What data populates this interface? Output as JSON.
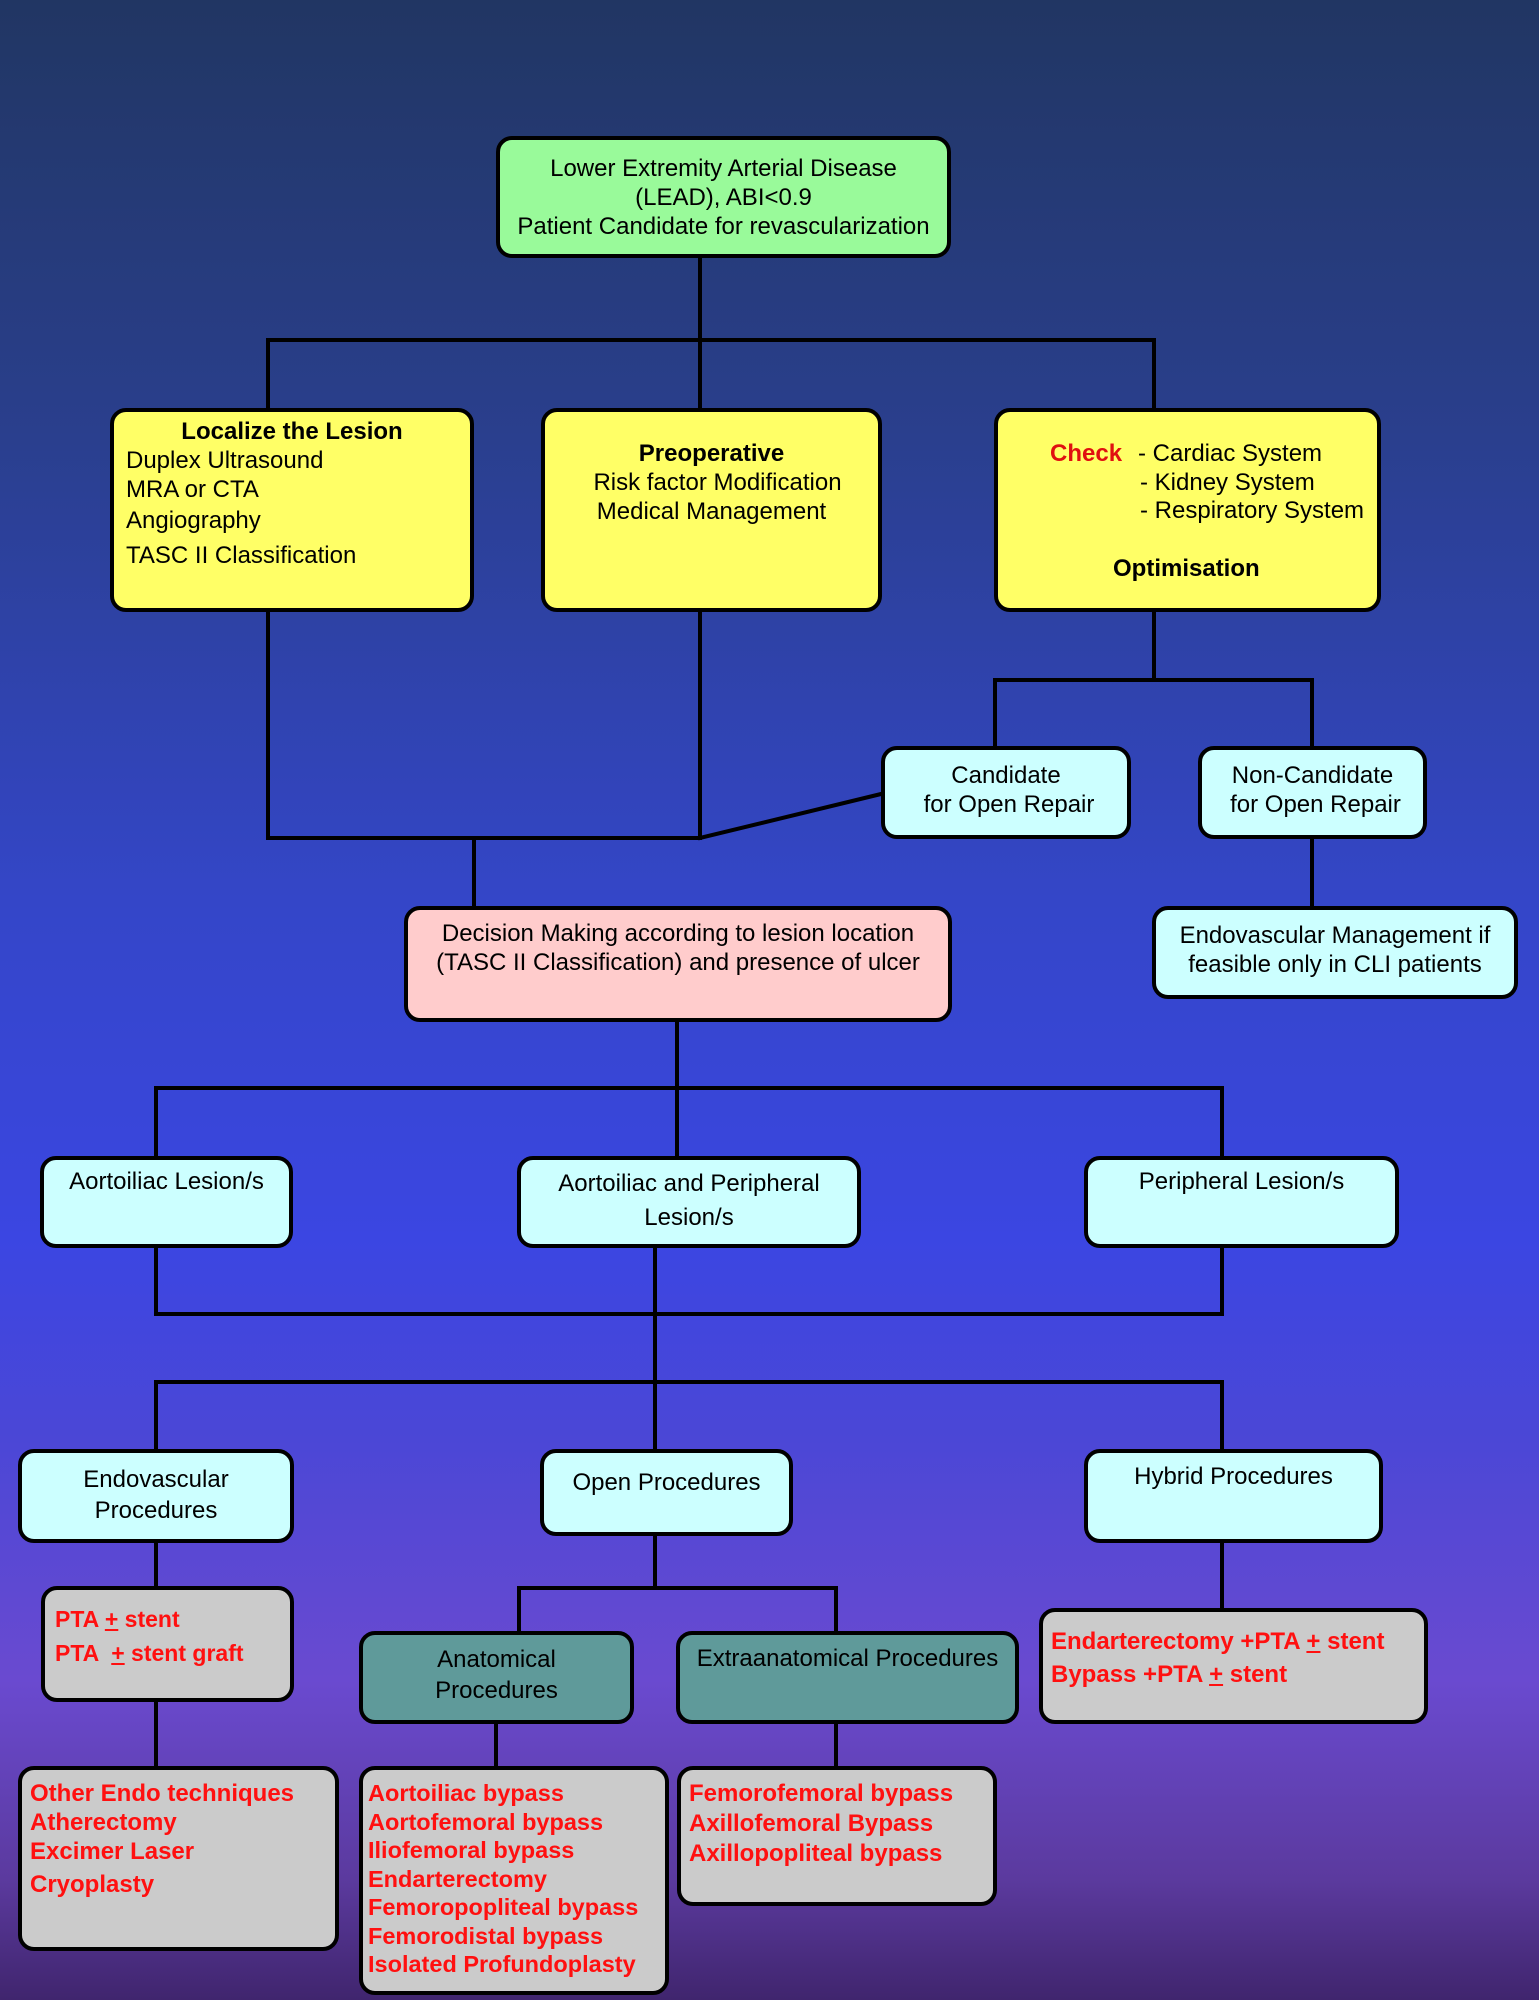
{
  "lead": {
    "lines": [
      "Lower Extremity Arterial Disease",
      "(LEAD), ABI<0.9",
      "Patient Candidate for revascularization"
    ]
  },
  "localize": {
    "title": "Localize the Lesion",
    "items": [
      "Duplex Ultrasound",
      "MRA or CTA",
      "Angiography",
      "TASC II Classification"
    ]
  },
  "preoperative": {
    "title": "Preoperative",
    "items": [
      "Risk factor Modification",
      "Medical Management"
    ]
  },
  "check": {
    "label": "Check",
    "items": [
      "- Cardiac System",
      "- Kidney System",
      "- Respiratory System"
    ],
    "footer": "Optimisation"
  },
  "candidate": {
    "lines": [
      "Candidate",
      "for Open Repair"
    ]
  },
  "non_candidate": {
    "lines": [
      "Non-Candidate",
      "for Open Repair"
    ]
  },
  "endovascular_mgmt": {
    "lines": [
      "Endovascular Management if",
      "feasible only in CLI patients"
    ]
  },
  "decision": {
    "lines": [
      "Decision Making according to lesion location",
      "(TASC II Classification) and presence of ulcer"
    ]
  },
  "lesions": {
    "aortoiliac": "Aortoiliac Lesion/s",
    "aortoiliac_peripheral": [
      "Aortoiliac and Peripheral",
      "Lesion/s"
    ],
    "peripheral": "Peripheral Lesion/s"
  },
  "procedures": {
    "endovascular": [
      "Endovascular",
      "Procedures"
    ],
    "open": "Open Procedures",
    "hybrid": "Hybrid Procedures"
  },
  "pta": {
    "line1": {
      "pre": "PTA ",
      "sym": "+",
      "post": " stent"
    },
    "line2": {
      "pre": "PTA  ",
      "sym": "+",
      "post": " stent graft"
    }
  },
  "anatomical": [
    "Anatomical",
    "Procedures"
  ],
  "extraanatomical": "Extraanatomical Procedures",
  "hybrid_detail": {
    "line1": {
      "pre": "Endarterectomy +PTA ",
      "sym": "+",
      "post": " stent"
    },
    "line2": {
      "pre": "Bypass +PTA ",
      "sym": "+",
      "post": " stent"
    }
  },
  "endo_other": [
    "Other Endo techniques",
    "Atherectomy",
    "Excimer Laser",
    "Cryoplasty"
  ],
  "anatomical_list": [
    "Aortoiliac bypass",
    "Aortofemoral bypass",
    "Iliofemoral bypass",
    "Endarterectomy",
    "Femoropopliteal bypass",
    "Femorodistal bypass",
    "Isolated Profundoplasty"
  ],
  "extra_list": [
    "Femorofemoral bypass",
    "Axillofemoral Bypass",
    "Axillopopliteal bypass"
  ]
}
